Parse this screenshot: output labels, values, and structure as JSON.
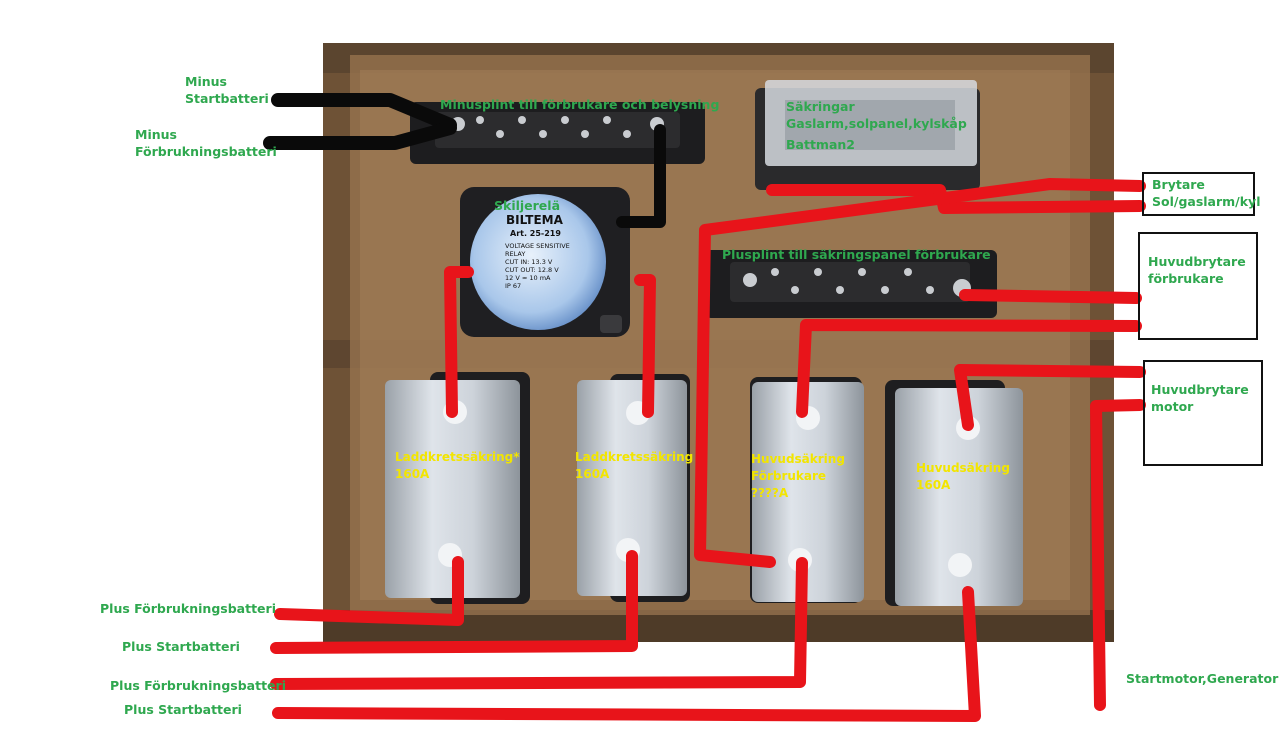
{
  "labels": {
    "minus_start": [
      "Minus",
      "Startbatteri"
    ],
    "minus_forbr": [
      "Minus",
      "Förbrukningsbatteri"
    ],
    "minusplint": "Minusplint till förbrukare och belysning",
    "sakringar": [
      "Säkringar",
      "Gaslarm,solpanel,kylskåp",
      "Battman2"
    ],
    "skiljerelä": "Skiljerelä",
    "brytare_sol": [
      "Brytare",
      "Sol/gaslarm/kyl"
    ],
    "plusplint": "Plusplint till säkringspanel förbrukare",
    "huvudbrytare_forbr": [
      "Huvudbrytare",
      "förbrukare"
    ],
    "huvudbrytare_motor": [
      "Huvudbrytare",
      "motor"
    ],
    "fuse1": [
      "Laddkretssäkring*",
      "160A"
    ],
    "fuse2": [
      "Laddkretssäkring",
      "160A"
    ],
    "fuse3": [
      "Huvudsäkring",
      "Förbrukare",
      "????A"
    ],
    "fuse4": [
      "Huvudsäkring",
      "160A"
    ],
    "plus_forbr_1": "Plus Förbrukningsbatteri",
    "plus_start_1": "Plus Startbatteri",
    "plus_forbr_2": "Plus Förbrukningsbatteri",
    "plus_start_2": "Plus Startbatteri",
    "startmotor": "Startmotor,Generator"
  },
  "relay": {
    "brand": "BILTEMA",
    "art": "Art. 25-219",
    "lines": [
      "VOLTAGE SENSITIVE",
      "RELAY",
      "CUT IN: 13.3 V",
      "CUT OUT: 12.8 V",
      "12 V ≈ 10 mA",
      "IP 67"
    ]
  },
  "colors": {
    "wire_red": "#e8141a",
    "wire_black": "#0a0a0a",
    "label_green": "#2fa84f",
    "label_yellow": "#f2e500",
    "board": "#7d5c3c"
  }
}
